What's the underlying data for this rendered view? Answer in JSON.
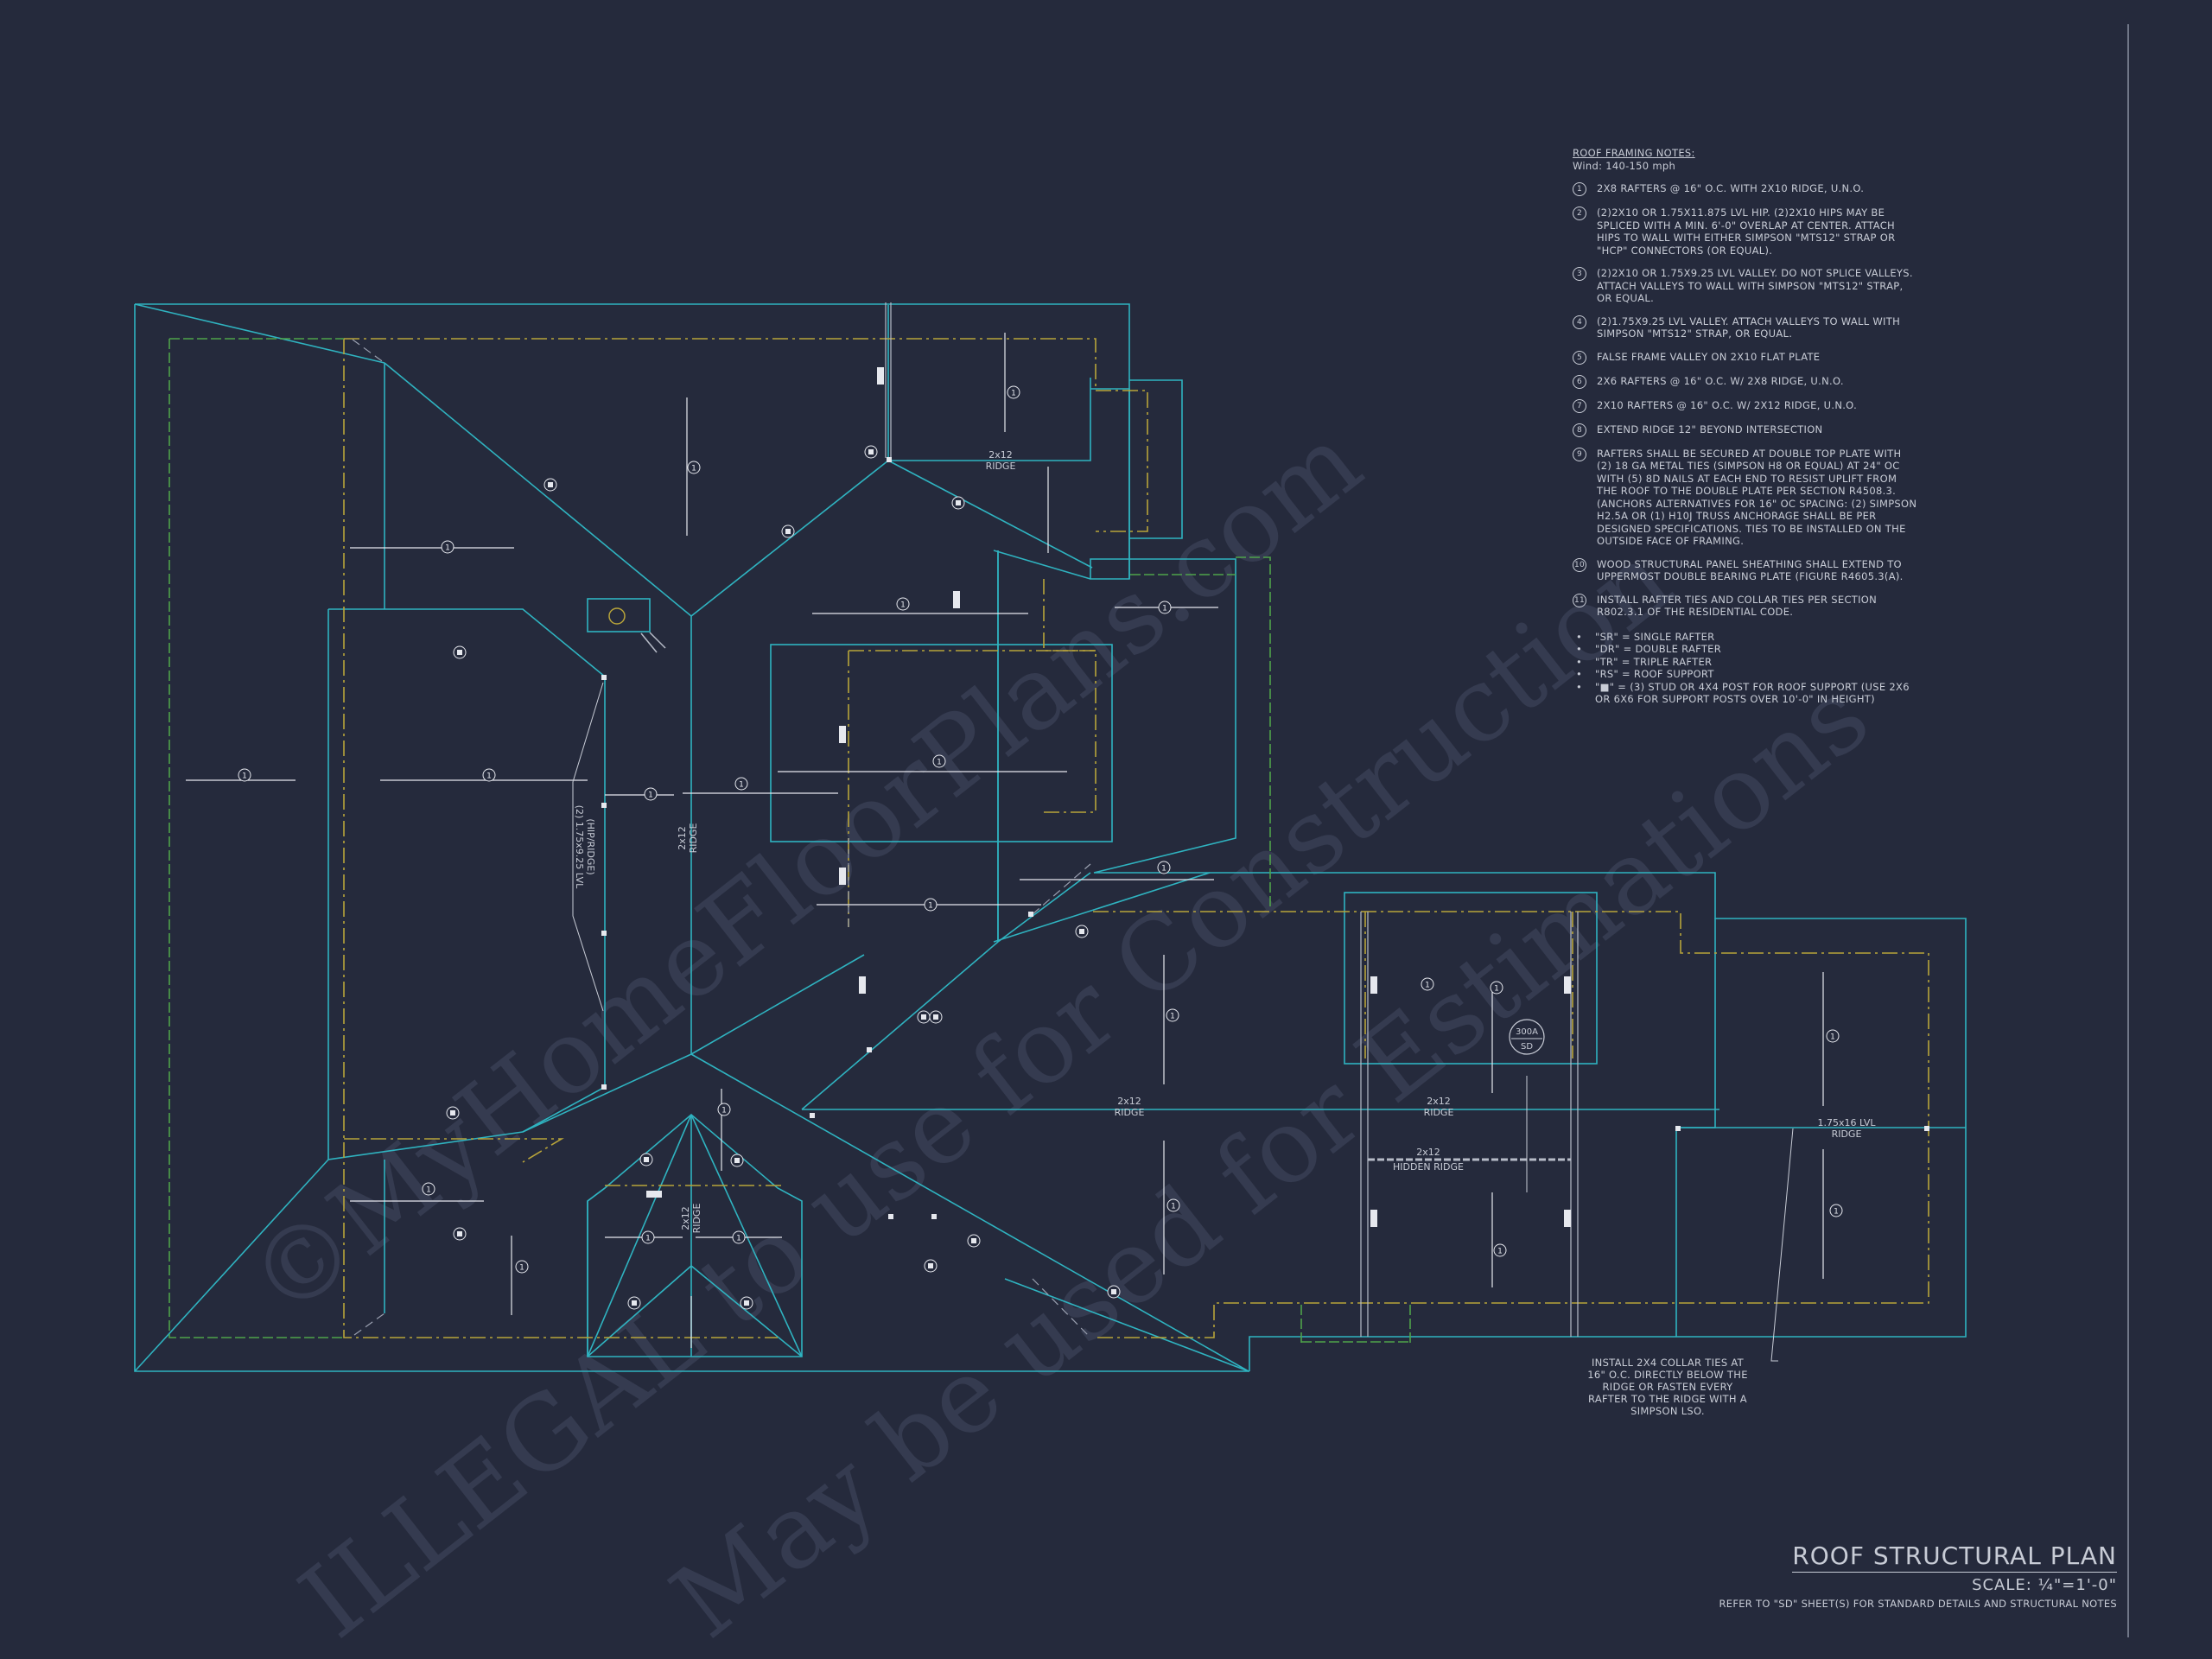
{
  "notes": {
    "header": "ROOF FRAMING NOTES:",
    "wind": "Wind: 140-150 mph",
    "items": [
      {
        "num": "1",
        "text": "2x8 RAFTERS @ 16\" O.C. WITH 2x10 RIDGE, U.N.O."
      },
      {
        "num": "2",
        "text": "(2)2x10 OR 1.75x11.875 LVL HIP. (2)2x10 HIPS MAY BE SPLICED WITH A MIN. 6'-0\" OVERLAP AT CENTER. ATTACH HIPS TO WALL WITH EITHER SIMPSON \"MTS12\" STRAP OR \"HCP\" CONNECTORS (OR EQUAL)."
      },
      {
        "num": "3",
        "text": "(2)2x10 OR 1.75x9.25 LVL VALLEY. DO NOT SPLICE VALLEYS. ATTACH VALLEYS TO WALL WITH SIMPSON \"MTS12\" STRAP, OR EQUAL."
      },
      {
        "num": "4",
        "text": "(2)1.75x9.25 LVL VALLEY. ATTACH VALLEYS TO WALL WITH SIMPSON \"MTS12\" STRAP, OR EQUAL."
      },
      {
        "num": "5",
        "text": "FALSE FRAME VALLEY ON 2x10 FLAT PLATE"
      },
      {
        "num": "6",
        "text": "2x6 RAFTERS @ 16\" O.C. W/ 2x8 RIDGE, U.N.O."
      },
      {
        "num": "7",
        "text": "2x10 RAFTERS @ 16\" O.C. W/ 2x12 RIDGE, U.N.O."
      },
      {
        "num": "8",
        "text": "EXTEND RIDGE 12\" BEYOND INTERSECTION"
      },
      {
        "num": "9",
        "text": "RAFTERS SHALL BE SECURED AT DOUBLE TOP PLATE WITH (2) 18 GA METAL TIES (SIMPSON H8 OR EQUAL) AT 24\" OC WITH (5) 8d NAILS AT EACH END TO RESIST UPLIFT FROM THE ROOF TO THE DOUBLE PLATE PER SECTION R4508.3. (ANCHORS ALTERNATIVES FOR 16\" OC SPACING: (2) SIMPSON H2.5A OR (1) H10J TRUSS ANCHORAGE SHALL BE PER DESIGNED SPECIFICATIONS. TIES TO BE INSTALLED ON THE OUTSIDE FACE OF FRAMING."
      },
      {
        "num": "10",
        "text": "WOOD STRUCTURAL PANEL SHEATHING SHALL EXTEND TO UPPERMOST DOUBLE BEARING PLATE (FIGURE R4605.3(A)."
      },
      {
        "num": "11",
        "text": "INSTALL RAFTER TIES AND COLLAR TIES PER SECTION R802.3.1 OF THE RESIDENTIAL CODE."
      }
    ],
    "legend": [
      "\"SR\" = SINGLE RAFTER",
      "\"DR\" = DOUBLE RAFTER",
      "\"TR\" = TRIPLE RAFTER",
      "\"RS\" = ROOF SUPPORT",
      "\"■\" = (3) STUD OR 4x4 POST FOR ROOF SUPPORT (USE 2x6 OR 6x6 FOR SUPPORT POSTS OVER 10'-0\" IN HEIGHT)"
    ]
  },
  "plan_labels": {
    "ridge_top": "2x12",
    "ridge_top_sub": "RIDGE",
    "ridge_center": "2x12",
    "ridge_center_sub": "RIDGE",
    "ridge_bottom": "2x12",
    "ridge_bottom_sub": "RIDGE",
    "ridge_main": "2x12",
    "ridge_main_sub": "RIDGE",
    "ridge_right": "2x12",
    "ridge_right_sub": "RIDGE",
    "hidden_ridge": "2x12",
    "hidden_ridge_sub": "HIDDEN RIDGE",
    "lvl_ridge": "1.75x16 LVL",
    "lvl_ridge_sub": "RIDGE",
    "hip_ridge": "(2) 1.75x9.25 LVL",
    "hip_ridge_sub": "(HIP/RIDGE)",
    "tag": "300A",
    "tag_sub": "SD",
    "rafter_tag": "1"
  },
  "collar_note": "INSTALL 2X4 COLLAR TIES AT 16\" O.C. DIRECTLY BELOW THE RIDGE OR FASTEN EVERY RAFTER TO THE RIDGE WITH A SIMPSON LSO.",
  "titleblock": {
    "title": "ROOF STRUCTURAL PLAN",
    "scale": "SCALE: ¼\"=1'-0\"",
    "ref": "REFER TO \"SD\" SHEET(S) FOR STANDARD DETAILS AND STRUCTURAL NOTES"
  },
  "watermark": {
    "line1": "©MyHomeFloorPlans.com",
    "line2": "ILLEGAL to use for Construction",
    "line3": "May be used for Estimations"
  },
  "colors": {
    "background": "#252a3c",
    "cyan": "#2fb3c0",
    "yellow": "#b8a43a",
    "green": "#4fa34a",
    "white": "#e6e8ee"
  }
}
